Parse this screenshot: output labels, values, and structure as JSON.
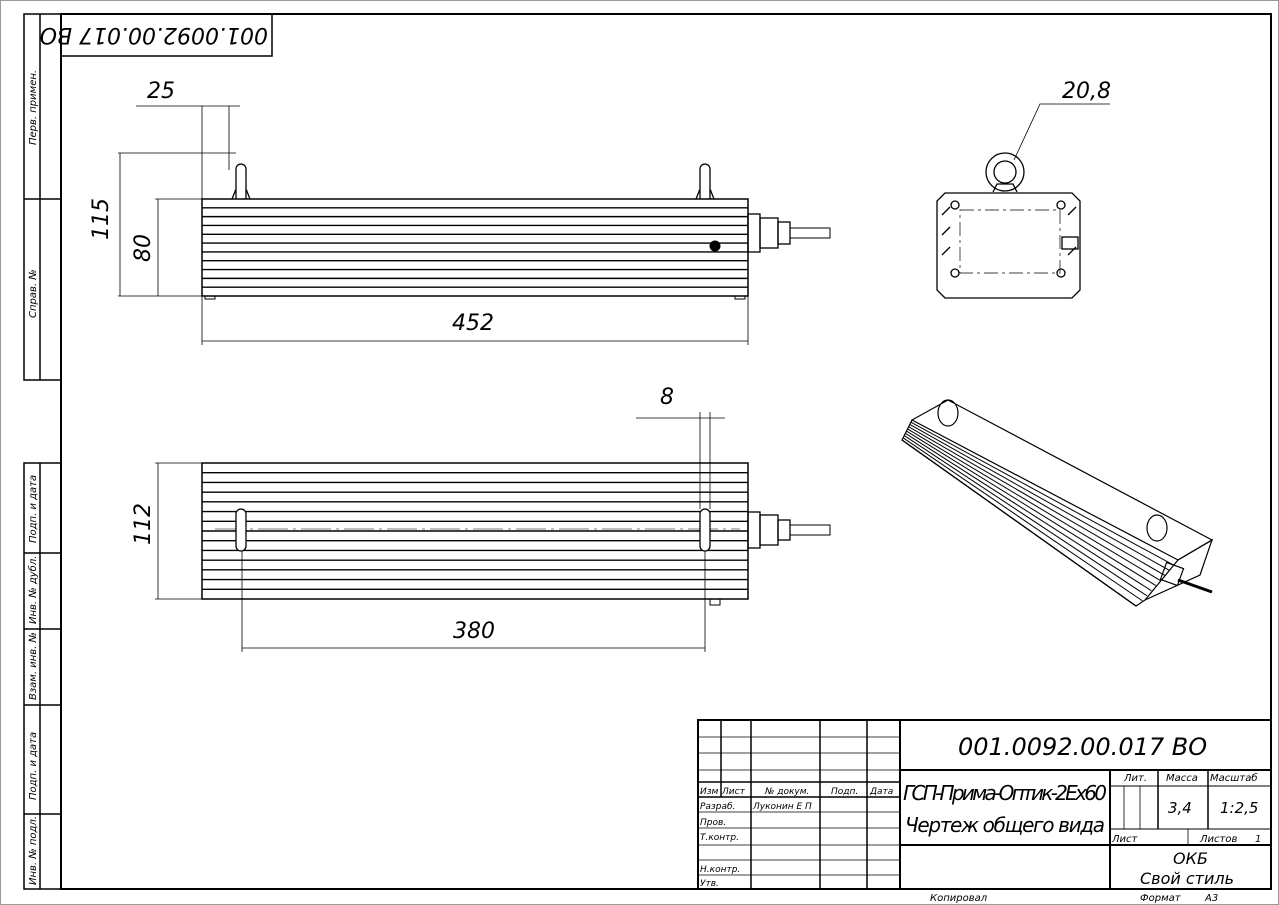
{
  "stamp_code": "001.0092.00.017 ВО",
  "side_strip": {
    "top": [
      "Перв. примен.",
      "Справ. №"
    ],
    "bottom": [
      "Подп. и дата",
      "Инв. № дубл.",
      "Взам. инв. №",
      "Подп. и дата",
      "Инв. № подл."
    ]
  },
  "dimensions": {
    "front": {
      "bolt_offset": "25",
      "height_total": "115",
      "height_body": "80",
      "length": "452"
    },
    "bottom": {
      "bolt_width": "8",
      "width": "112",
      "bolt_spacing": "380"
    },
    "side": {
      "ring_diameter": "20,8"
    }
  },
  "title_block": {
    "designation": "001.0092.00.017 ВО",
    "name_line1": "ГСП-Прима-Оптик-2Ex60",
    "name_line2": "Чертеж общего вида",
    "headers": {
      "izm": "Изм",
      "list": "Лист",
      "doc_no": "№ докум.",
      "sign": "Подп.",
      "date": "Дата"
    },
    "roles": [
      "Разраб.",
      "Пров.",
      "Т.контр.",
      "",
      "Н.контр.",
      "Утв."
    ],
    "developer": "Луконин Е П",
    "lit_label": "Лит.",
    "mass_label": "Масса",
    "scale_label": "Масштаб",
    "mass": "3,4",
    "scale": "1:2,5",
    "sheet_label": "Лист",
    "sheets_label": "Листов",
    "sheets": "1",
    "org_line1": "ОКБ",
    "org_line2": "Свой стиль",
    "copied": "Копировал",
    "format_label": "Формат",
    "format": "А3"
  }
}
